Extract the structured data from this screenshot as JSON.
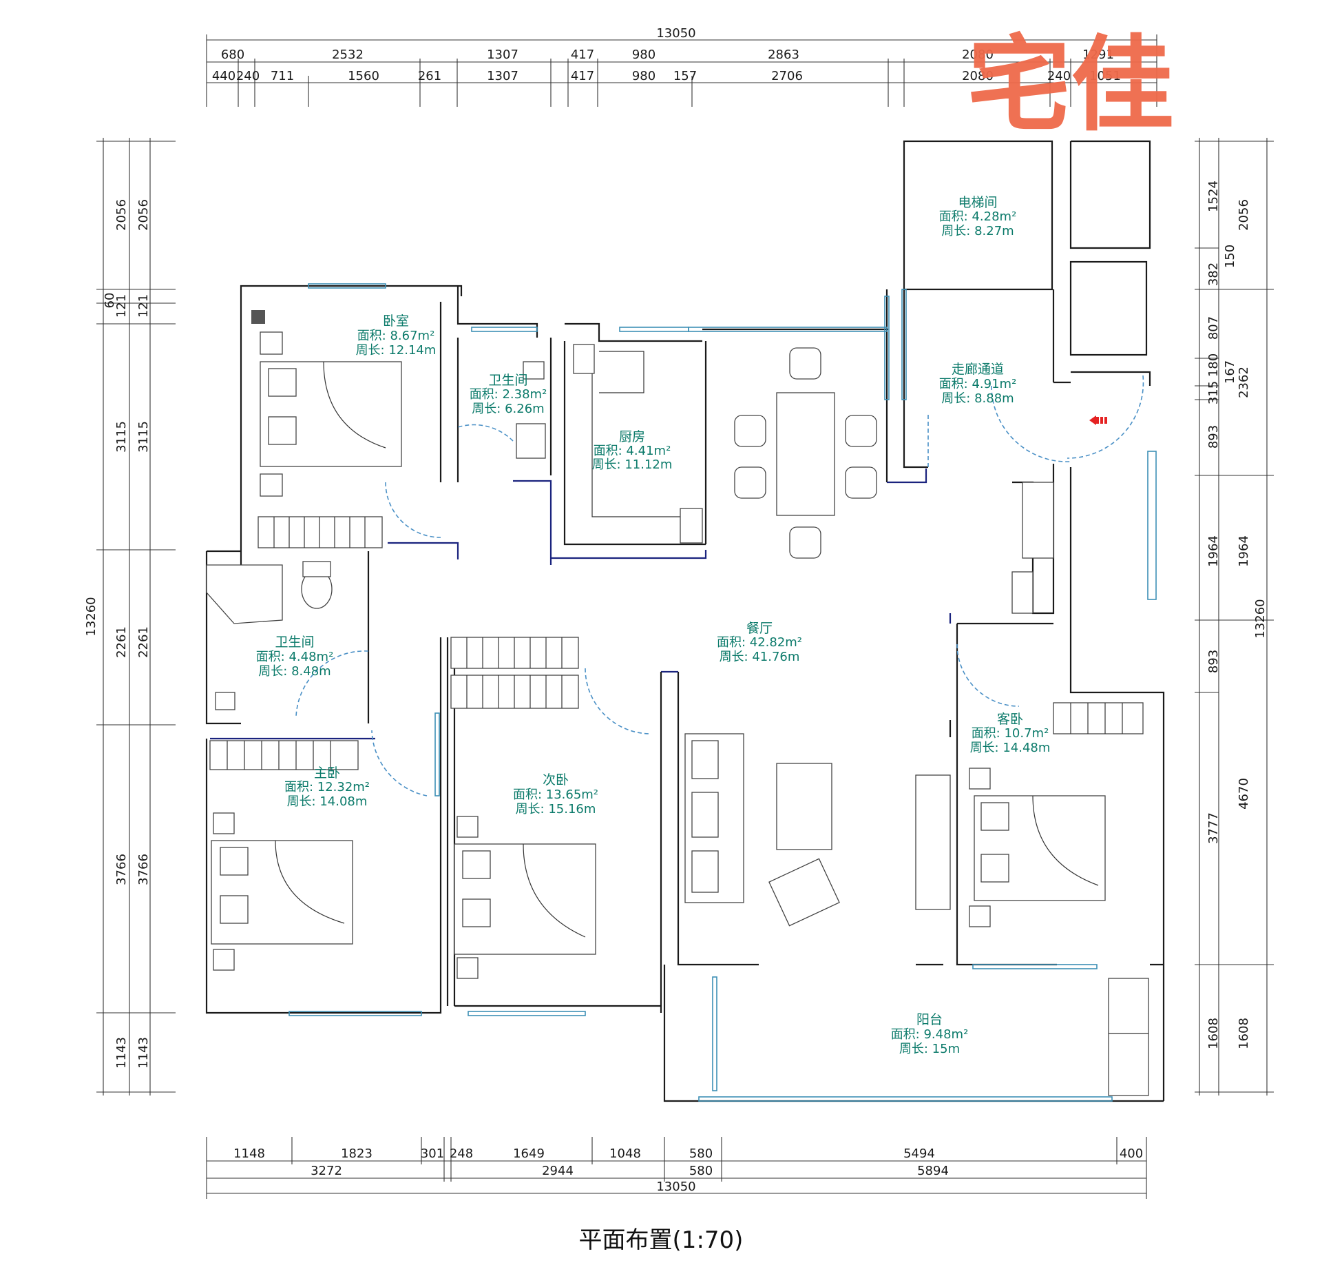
{
  "watermark": {
    "text": "宅佳",
    "color": "#ef6a4a"
  },
  "title": "平面布置(1:70)",
  "colors": {
    "label": "#0b7a6a",
    "wall": "#1a1a1a",
    "window": "#3d8fb5",
    "entry_arrow": "#e52222"
  },
  "rooms": {
    "elevator": {
      "name": "电梯间",
      "area": "面积: 4.28m²",
      "perimeter": "周长: 8.27m"
    },
    "bedroom": {
      "name": "卧室",
      "area": "面积: 8.67m²",
      "perimeter": "周长: 12.14m"
    },
    "bath1": {
      "name": "卫生间",
      "area": "面积: 2.38m²",
      "perimeter": "周长: 6.26m"
    },
    "kitchen": {
      "name": "厨房",
      "area": "面积: 4.41m²",
      "perimeter": "周长: 11.12m"
    },
    "corridor": {
      "name": "走廊通道",
      "area": "面积: 4.91m²",
      "perimeter": "周长: 8.88m"
    },
    "bath2": {
      "name": "卫生间",
      "area": "面积: 4.48m²",
      "perimeter": "周长: 8.48m"
    },
    "dining": {
      "name": "餐厅",
      "area": "面积: 42.82m²",
      "perimeter": "周长: 41.76m"
    },
    "guest": {
      "name": "客卧",
      "area": "面积: 10.7m²",
      "perimeter": "周长: 14.48m"
    },
    "master": {
      "name": "主卧",
      "area": "面积: 12.32m²",
      "perimeter": "周长: 14.08m"
    },
    "second": {
      "name": "次卧",
      "area": "面积: 13.65m²",
      "perimeter": "周长: 15.16m"
    },
    "balcony": {
      "name": "阳台",
      "area": "面积: 9.48m²",
      "perimeter": "周长: 15m"
    }
  },
  "dimensions": {
    "top_total": "13050",
    "top_row1": [
      "680",
      "2532",
      "1307",
      "417",
      "980",
      "2863",
      "2080",
      "1291"
    ],
    "top_row2": [
      "440",
      "240",
      "711",
      "1560",
      "261",
      "1307",
      "417",
      "980",
      "157",
      "2706",
      "2080",
      "240",
      "1051"
    ],
    "bottom_row1": [
      "1148",
      "1823",
      "301",
      "248",
      "1649",
      "1048",
      "580",
      "5494",
      "400"
    ],
    "bottom_row2": [
      "3272",
      "2944",
      "580",
      "5894"
    ],
    "bottom_total": "13050",
    "left_outer": [
      "2056",
      "60",
      "121",
      "3115",
      "13260",
      "2261",
      "3766",
      "1143"
    ],
    "left_inner": [
      "2056",
      "121",
      "3115",
      "2261",
      "3766",
      "1143"
    ],
    "right_inner": [
      "1524",
      "382",
      "807",
      "315",
      "180",
      "893",
      "1964",
      "893",
      "3777",
      "1608"
    ],
    "right_mid": [
      "150",
      "167"
    ],
    "right_outer": [
      "2056",
      "2362",
      "1964",
      "13260",
      "4670",
      "1608"
    ]
  }
}
